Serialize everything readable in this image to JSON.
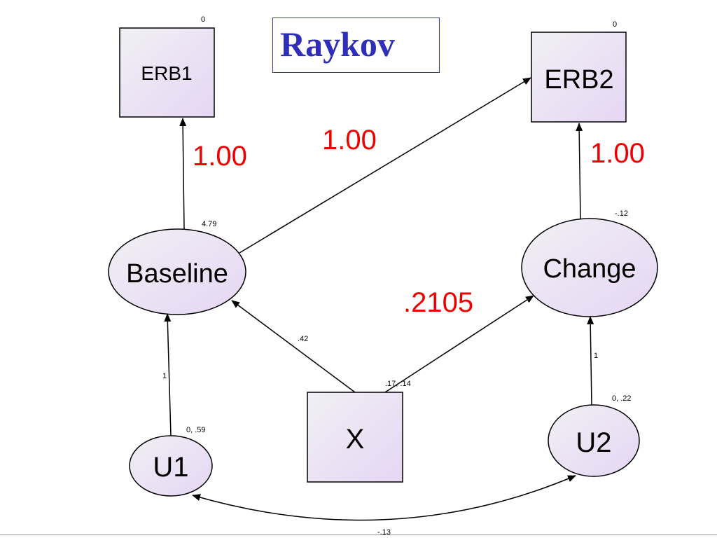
{
  "title": "Raykov",
  "colors": {
    "title": "#2e2eb8",
    "coefficient": "#ee0000",
    "node_fill_start": "#f0f0f4",
    "node_fill_end": "#e8d8f4",
    "stroke": "#000000"
  },
  "nodes": {
    "erb1": {
      "label": "ERB1",
      "param": "0"
    },
    "erb2": {
      "label": "ERB2",
      "param": "0"
    },
    "baseline": {
      "label": "Baseline",
      "param": "4.79"
    },
    "change": {
      "label": "Change",
      "param": "-.12"
    },
    "x": {
      "label": "X",
      "param": ".17, .14"
    },
    "u1": {
      "label": "U1",
      "param": "0, .59"
    },
    "u2": {
      "label": "U2",
      "param": "0, .22"
    }
  },
  "paths": {
    "baseline_erb1": "1.00",
    "baseline_erb2": "1.00",
    "change_erb2": "1.00",
    "x_change": ".2105",
    "x_baseline": ".42",
    "u1_baseline": "1",
    "u2_change": "1",
    "u1_u2": "-.13"
  }
}
